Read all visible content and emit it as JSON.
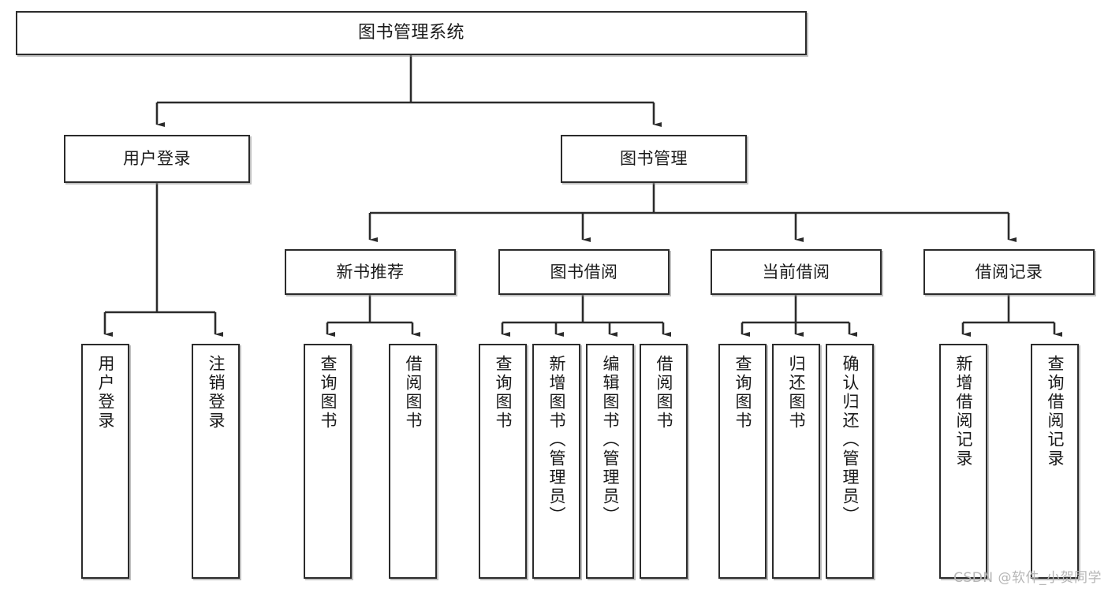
{
  "diagram": {
    "title": "图书管理系统",
    "type": "tree-hierarchy-chart",
    "root": {
      "id": "root",
      "label": "图书管理系统"
    },
    "level2": [
      {
        "id": "user-login",
        "label": "用户登录"
      },
      {
        "id": "book-manage",
        "label": "图书管理"
      }
    ],
    "level3": [
      {
        "id": "new-book-rec",
        "label": "新书推荐"
      },
      {
        "id": "book-borrow",
        "label": "图书借阅"
      },
      {
        "id": "current-borrow",
        "label": "当前借阅"
      },
      {
        "id": "borrow-record",
        "label": "借阅记录"
      }
    ],
    "leaves": {
      "user_login": [
        {
          "id": "leaf-user-login",
          "label": "用户登录"
        },
        {
          "id": "leaf-logout",
          "label": "注销登录"
        }
      ],
      "new_book_rec": [
        {
          "id": "leaf-query-book-1",
          "label": "查询图书"
        },
        {
          "id": "leaf-borrow-book-1",
          "label": "借阅图书"
        }
      ],
      "book_borrow": [
        {
          "id": "leaf-query-book-2",
          "label": "查询图书"
        },
        {
          "id": "leaf-add-book",
          "label": "新增图书（管理员）"
        },
        {
          "id": "leaf-edit-book",
          "label": "编辑图书（管理员）"
        },
        {
          "id": "leaf-borrow-book-2",
          "label": "借阅图书"
        }
      ],
      "current_borrow": [
        {
          "id": "leaf-query-book-3",
          "label": "查询图书"
        },
        {
          "id": "leaf-return-book",
          "label": "归还图书"
        },
        {
          "id": "leaf-confirm-return",
          "label": "确认归还（管理员）"
        }
      ],
      "borrow_record": [
        {
          "id": "leaf-add-record",
          "label": "新增借阅记录"
        },
        {
          "id": "leaf-query-record",
          "label": "查询借阅记录"
        }
      ]
    }
  },
  "watermark": {
    "text": "CSDN @软件_小贺同学"
  },
  "colors": {
    "stroke": "#2b2b2b",
    "fill": "#ffffff",
    "text": "#1a1a1a",
    "watermark": "#b6b6b6"
  }
}
